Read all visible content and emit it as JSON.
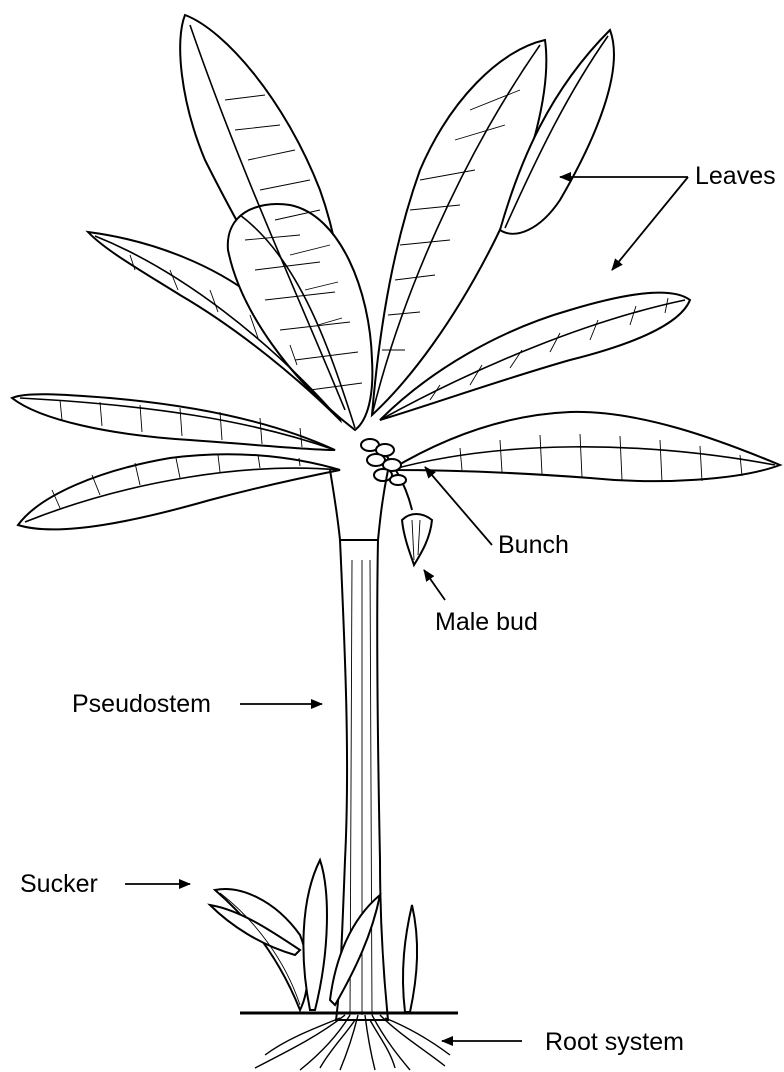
{
  "diagram": {
    "labels": {
      "leaves": "Leaves",
      "bunch": "Bunch",
      "male_bud": "Male bud",
      "pseudostem": "Pseudostem",
      "sucker": "Sucker",
      "root_system": "Root system"
    },
    "colors": {
      "ink": "#000000",
      "background": "#ffffff"
    }
  }
}
